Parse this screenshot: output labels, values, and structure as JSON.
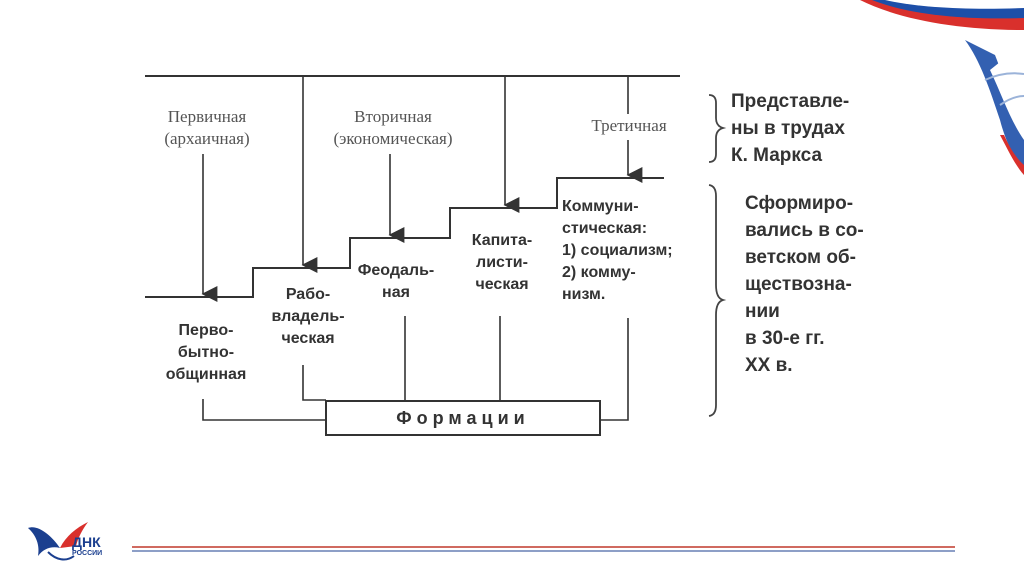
{
  "stages": {
    "primary": "Первичная\n(архаичная)",
    "secondary": "Вторичная\n(экономическая)",
    "tertiary": "Третичная"
  },
  "formations": {
    "primitive": "Перво-\nбытно-\nобщинная",
    "slave": "Рабо-\nвладель-\nческая",
    "feudal": "Феодаль-\nная",
    "capitalist": "Капита-\nлисти-\nческая",
    "communist": "Коммуни-\nстическая:\n1) социализм;\n2) комму-\nнизм."
  },
  "formations_box": "Формации",
  "notes": {
    "marx": "Представле-\nны в трудах\nК. Маркса",
    "soviet": "Сформиро-\nвались в со-\nветском об-\nществозна-\nнии\nв 30-е гг.\nXX в."
  },
  "logo": {
    "main": "ДНК",
    "sub": "РОССИИ"
  },
  "colors": {
    "lines": "#333333",
    "flag_white": "#ffffff",
    "flag_blue": "#1d4fa8",
    "flag_red": "#d9302c",
    "footer_line": "#c0392b",
    "footer_line_blue": "#1b3f8f"
  }
}
